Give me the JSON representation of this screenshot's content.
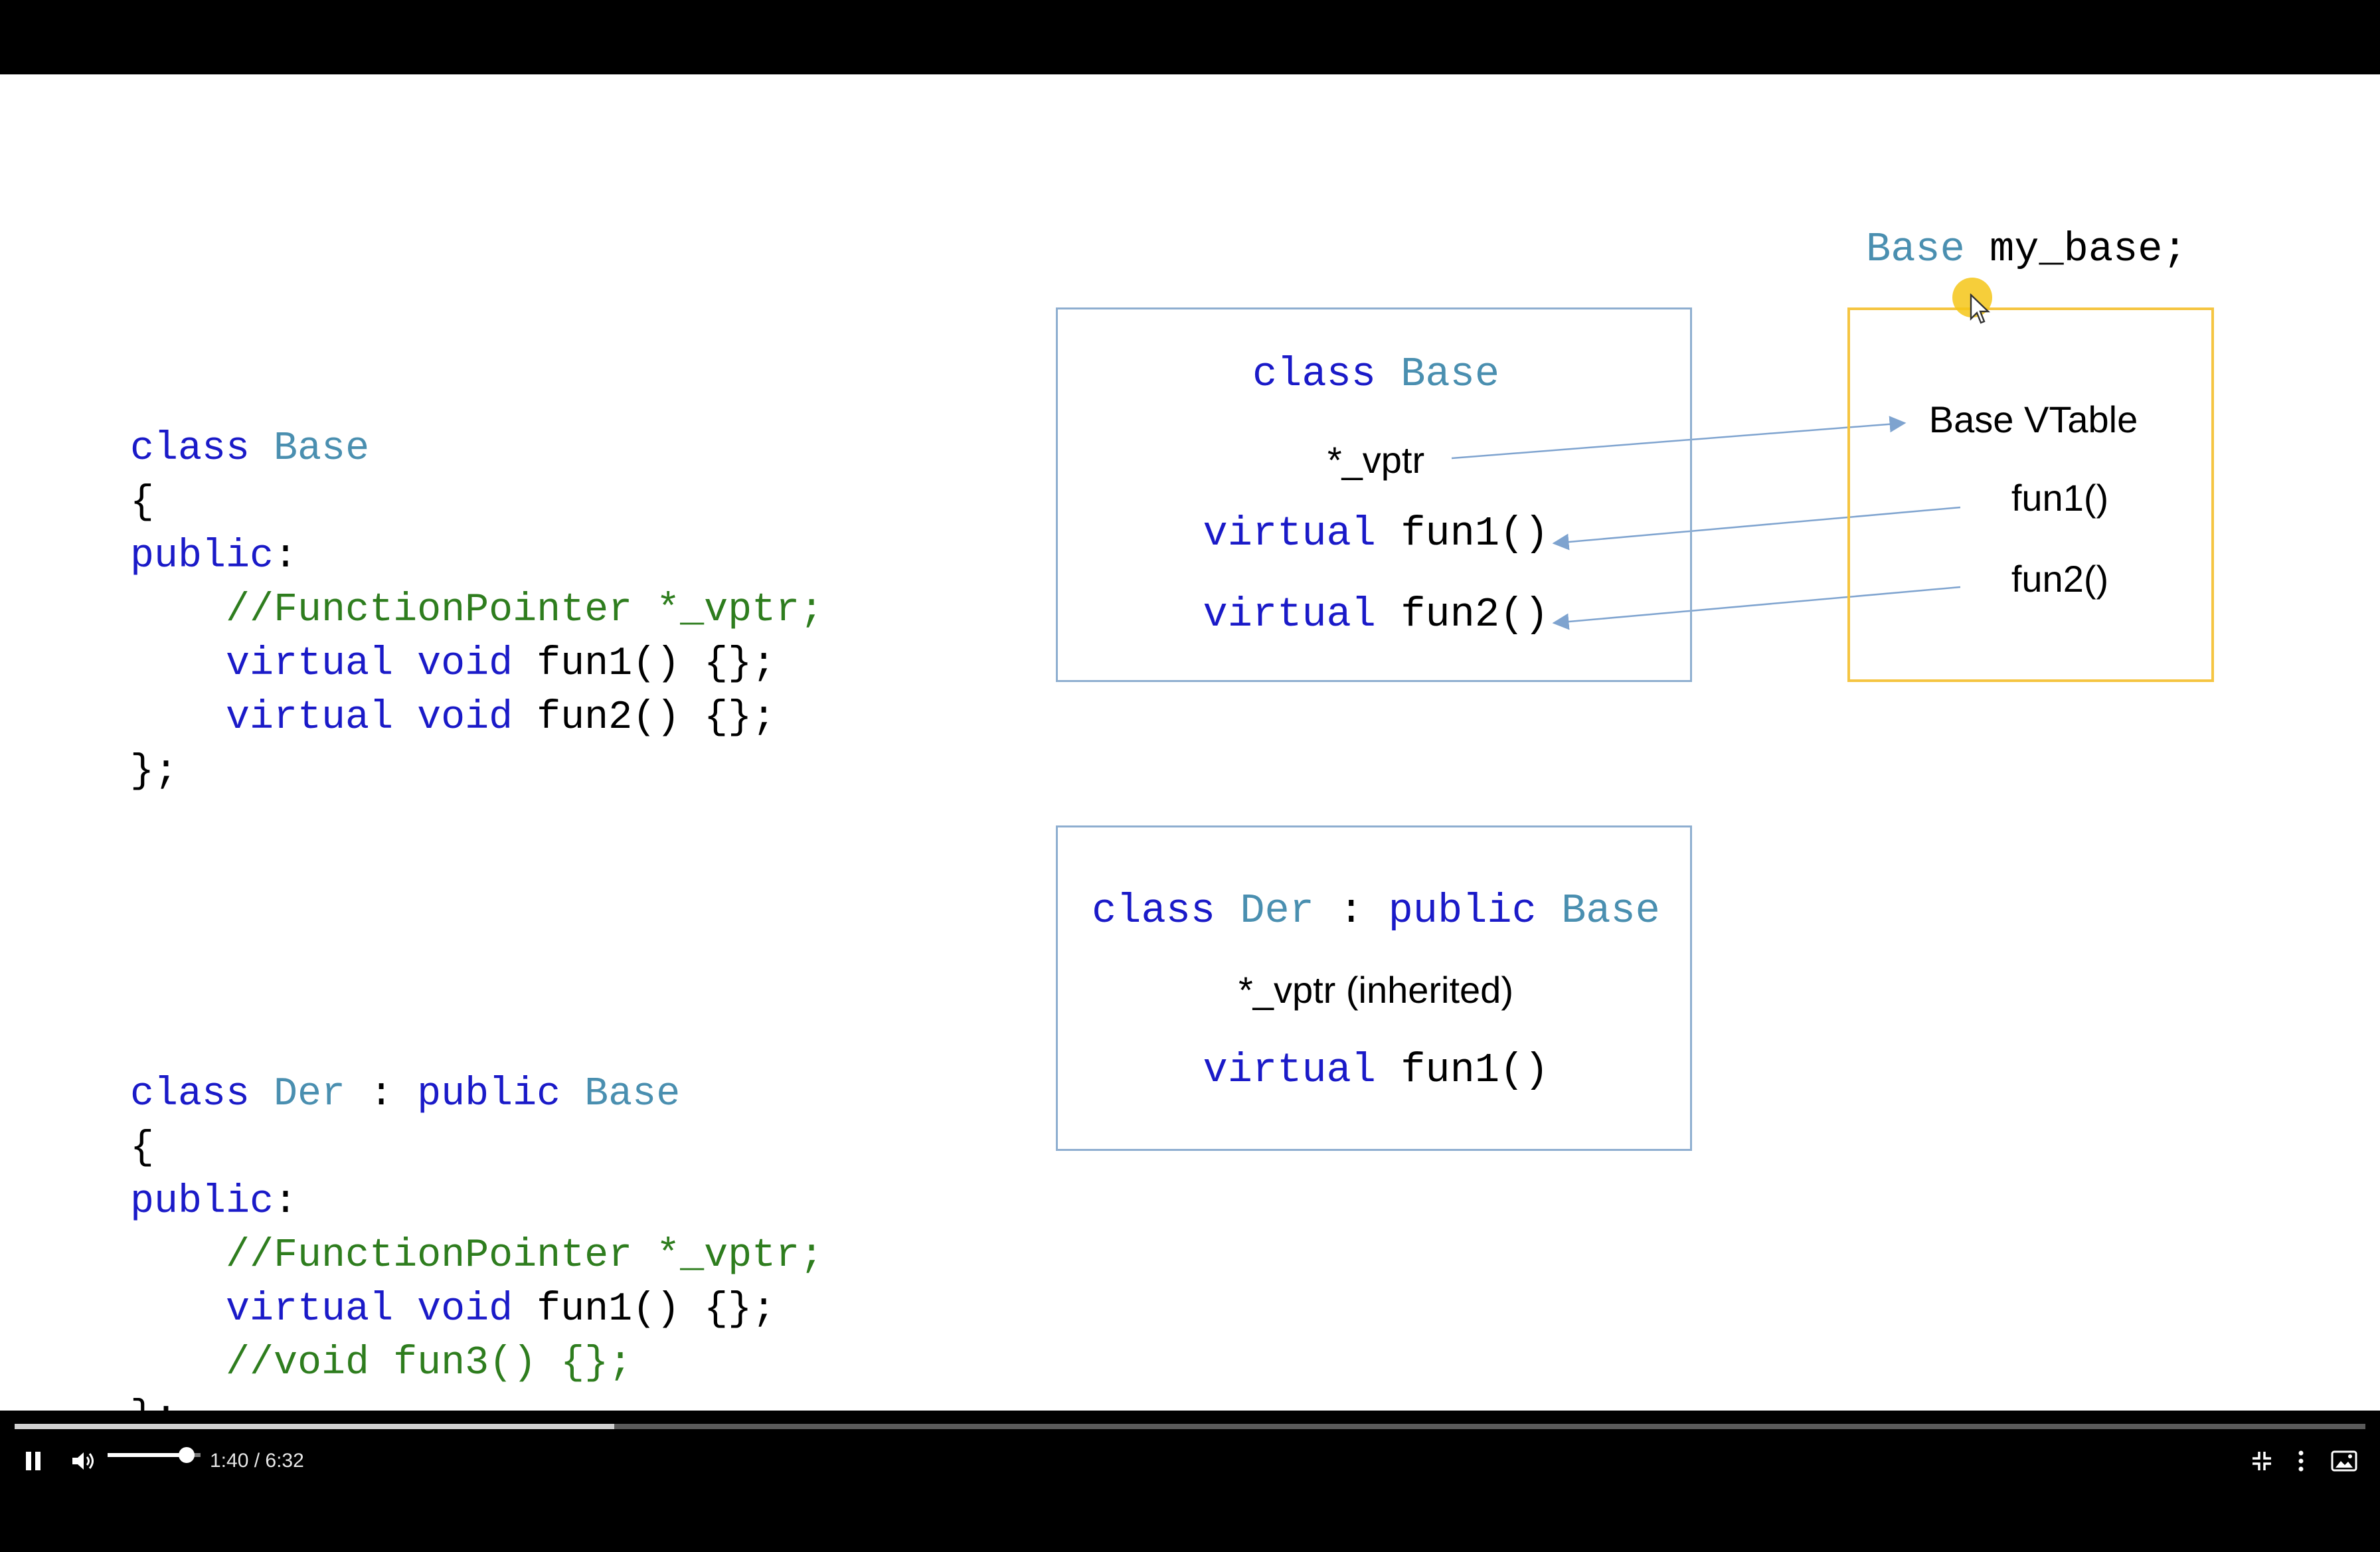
{
  "slide": {
    "code": {
      "base_class": [
        [
          {
            "t": "class",
            "c": "kw"
          },
          {
            "t": " ",
            "c": "tx"
          },
          {
            "t": "Base",
            "c": "ty"
          }
        ],
        [
          {
            "t": "{",
            "c": "tx"
          }
        ],
        [
          {
            "t": "public",
            "c": "kw"
          },
          {
            "t": ":",
            "c": "tx"
          }
        ],
        [
          {
            "t": "    ",
            "c": "tx"
          },
          {
            "t": "//FunctionPointer *_vptr;",
            "c": "cm"
          }
        ],
        [
          {
            "t": "    ",
            "c": "tx"
          },
          {
            "t": "virtual",
            "c": "kw"
          },
          {
            "t": " ",
            "c": "tx"
          },
          {
            "t": "void",
            "c": "kw"
          },
          {
            "t": " fun1() {};",
            "c": "tx"
          }
        ],
        [
          {
            "t": "    ",
            "c": "tx"
          },
          {
            "t": "virtual",
            "c": "kw"
          },
          {
            "t": " ",
            "c": "tx"
          },
          {
            "t": "void",
            "c": "kw"
          },
          {
            "t": " fun2() {};",
            "c": "tx"
          }
        ],
        [
          {
            "t": "};",
            "c": "tx"
          }
        ]
      ],
      "der_class": [
        [
          {
            "t": "class",
            "c": "kw"
          },
          {
            "t": " ",
            "c": "tx"
          },
          {
            "t": "Der",
            "c": "ty"
          },
          {
            "t": " : ",
            "c": "tx"
          },
          {
            "t": "public",
            "c": "kw"
          },
          {
            "t": " ",
            "c": "tx"
          },
          {
            "t": "Base",
            "c": "ty"
          }
        ],
        [
          {
            "t": "{",
            "c": "tx"
          }
        ],
        [
          {
            "t": "public",
            "c": "kw"
          },
          {
            "t": ":",
            "c": "tx"
          }
        ],
        [
          {
            "t": "    ",
            "c": "tx"
          },
          {
            "t": "//FunctionPointer *_vptr;",
            "c": "cm"
          }
        ],
        [
          {
            "t": "    ",
            "c": "tx"
          },
          {
            "t": "virtual",
            "c": "kw"
          },
          {
            "t": " ",
            "c": "tx"
          },
          {
            "t": "void",
            "c": "kw"
          },
          {
            "t": " fun1() {};",
            "c": "tx"
          }
        ],
        [
          {
            "t": "    ",
            "c": "tx"
          },
          {
            "t": "//void fun3() {};",
            "c": "cm"
          }
        ],
        [
          {
            "t": "};",
            "c": "tx"
          }
        ]
      ]
    },
    "base_box": {
      "title_kw": "class",
      "title_type": "Base",
      "vptr": "*_vptr",
      "fun1_kw": "virtual",
      "fun1": "fun1()",
      "fun2_kw": "virtual",
      "fun2": "fun2()"
    },
    "der_box": {
      "title_kw1": "class",
      "title_type1": "Der",
      "title_sep": " : ",
      "title_kw2": "public",
      "title_type2": "Base",
      "vptr": "*_vptr (inherited)",
      "fun1_kw": "virtual",
      "fun1": "fun1()"
    },
    "vtable": {
      "header_type": "Base",
      "header_var": " my_base;",
      "title": "Base VTable",
      "entry1": "fun1()",
      "entry2": "fun2()"
    },
    "colors": {
      "keyword": "#1a1ac8",
      "type": "#4a8fb0",
      "comment": "#2e7d1e",
      "box_border": "#8eaed0",
      "vtable_border": "#f5c542",
      "arrow": "#7ea3cf"
    }
  },
  "player": {
    "current_time": "1:40",
    "separator": " / ",
    "duration": "6:32",
    "progress_fraction": 0.2551,
    "buffered_fraction": 0.1122,
    "volume_fraction": 0.85,
    "icons": {
      "play_pause": "pause-icon",
      "volume": "volume-icon",
      "exit_fullscreen": "exit-fullscreen-icon",
      "more": "more-vert-icon",
      "picture_in_picture": "pip-icon"
    }
  }
}
